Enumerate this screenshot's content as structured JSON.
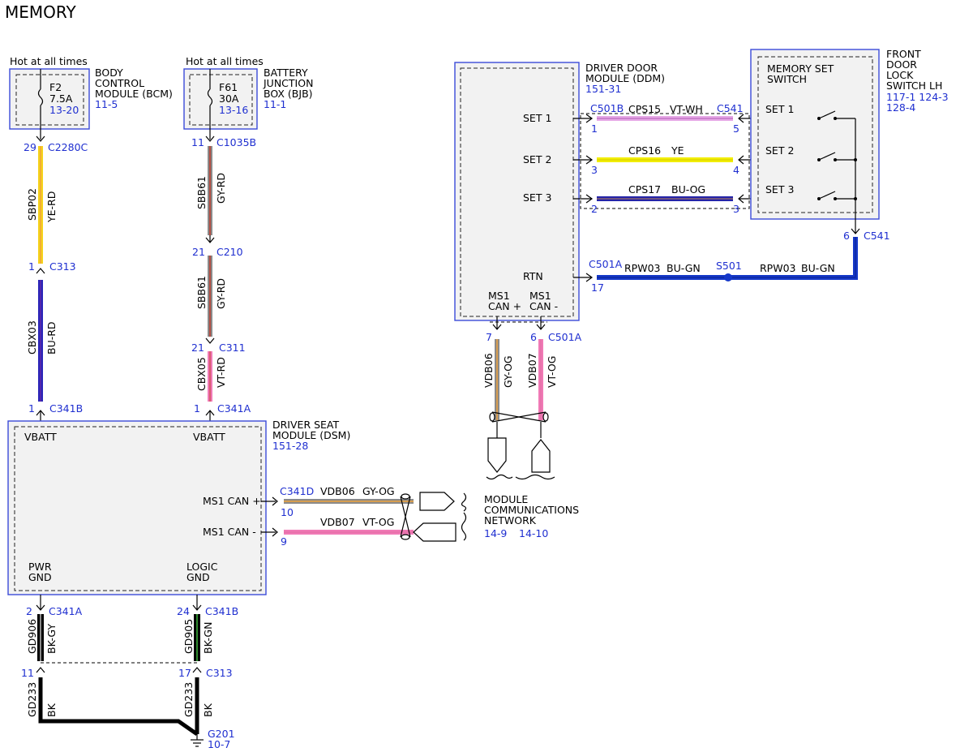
{
  "title": "MEMORY",
  "modules": {
    "bcm": {
      "name_lines": [
        "BODY",
        "CONTROL",
        "MODULE (BCM)"
      ],
      "ref": "11-5",
      "hot": "Hot at all times",
      "fuse": "F2",
      "rating": "7.5A",
      "fuse_ref": "13-20"
    },
    "bjb": {
      "name_lines": [
        "BATTERY",
        "JUNCTION",
        "BOX (BJB)"
      ],
      "ref": "11-1",
      "hot": "Hot at all times",
      "fuse": "F61",
      "rating": "30A",
      "fuse_ref": "13-16"
    },
    "ddm": {
      "name_lines": [
        "DRIVER DOOR",
        "MODULE (DDM)"
      ],
      "ref": "151-31",
      "pins": [
        "SET 1",
        "SET 2",
        "SET 3",
        "RTN"
      ],
      "can_plus": [
        "MS1",
        "CAN +"
      ],
      "can_minus": [
        "MS1",
        "CAN -"
      ]
    },
    "switch": {
      "outer_lines": [
        "FRONT",
        "DOOR",
        "LOCK",
        "SWITCH LH"
      ],
      "refs": [
        "117-1 124-3",
        "128-4"
      ],
      "inner_lines": [
        "MEMORY SET",
        "SWITCH"
      ],
      "pins": [
        "SET 1",
        "SET 2",
        "SET 3"
      ]
    },
    "dsm": {
      "name_lines": [
        "DRIVER SEAT",
        "MODULE (DSM)"
      ],
      "ref": "151-28",
      "vbatt_left": "VBATT",
      "vbatt_right": "VBATT",
      "can_plus": "MS1 CAN +",
      "can_minus": "MS1 CAN -",
      "pwr_gnd": [
        "PWR",
        "GND"
      ],
      "logic_gnd": [
        "LOGIC",
        "GND"
      ]
    }
  },
  "network": {
    "lines": [
      "MODULE",
      "COMMUNICATIONS",
      "NETWORK"
    ],
    "refs": [
      "14-9",
      "14-10"
    ]
  },
  "ground": {
    "name": "G201",
    "ref": "10-7"
  },
  "splice": "S501",
  "connectors": {
    "c2280c": {
      "pin": "29",
      "name": "C2280C"
    },
    "c313_top": {
      "pin": "1",
      "name": "C313"
    },
    "c341b_top": {
      "pin": "1",
      "name": "C341B"
    },
    "c1035b": {
      "pin": "11",
      "name": "C1035B"
    },
    "c210": {
      "pin": "21",
      "name": "C210"
    },
    "c311": {
      "pin": "21",
      "name": "C311"
    },
    "c341a_top": {
      "pin": "1",
      "name": "C341A"
    },
    "c501b": {
      "name": "C501B",
      "pins": [
        "1",
        "3",
        "2"
      ]
    },
    "c541": {
      "name": "C541",
      "pins": [
        "5",
        "4",
        "3"
      ]
    },
    "c541_rtn": {
      "pin": "6",
      "name": "C541"
    },
    "c501a_rtn": {
      "pin": "17",
      "name": "C501A"
    },
    "c501a_can": {
      "pin_plus": "7",
      "pin_minus": "6",
      "name": "C501A"
    },
    "c341d": {
      "name": "C341D",
      "pin_plus": "10",
      "pin_minus": "9"
    },
    "c341a_bot": {
      "pin": "2",
      "name": "C341A"
    },
    "c341b_bot": {
      "pin": "24",
      "name": "C341B"
    },
    "c_gnd_left": {
      "pin": "11"
    },
    "c313_bot": {
      "pin": "17",
      "name": "C313"
    }
  },
  "wires": {
    "sbp02": {
      "circuit": "SBP02",
      "color": "YE-RD"
    },
    "cbx03": {
      "circuit": "CBX03",
      "color": "BU-RD"
    },
    "sbb61_a": {
      "circuit": "SBB61",
      "color": "GY-RD"
    },
    "sbb61_b": {
      "circuit": "SBB61",
      "color": "GY-RD"
    },
    "cbx05": {
      "circuit": "CBX05",
      "color": "VT-RD"
    },
    "cps15": {
      "circuit": "CPS15",
      "color": "VT-WH"
    },
    "cps16": {
      "circuit": "CPS16",
      "color": "YE"
    },
    "cps17": {
      "circuit": "CPS17",
      "color": "BU-OG"
    },
    "rpw03_a": {
      "circuit": "RPW03",
      "color": "BU-GN"
    },
    "rpw03_b": {
      "circuit": "RPW03",
      "color": "BU-GN"
    },
    "vdb06_v": {
      "circuit": "VDB06",
      "color": "GY-OG"
    },
    "vdb07_v": {
      "circuit": "VDB07",
      "color": "VT-OG"
    },
    "vdb06_h": {
      "circuit": "VDB06",
      "color": "GY-OG"
    },
    "vdb07_h": {
      "circuit": "VDB07",
      "color": "VT-OG"
    },
    "gd906": {
      "circuit": "GD906",
      "color": "BK-GY"
    },
    "gd905": {
      "circuit": "GD905",
      "color": "BK-GN"
    },
    "gd233_l": {
      "circuit": "GD233",
      "color": "BK"
    },
    "gd233_r": {
      "circuit": "GD233",
      "color": "BK"
    }
  },
  "colors": {
    "module_border": "#3b4bd9",
    "ref_blue": "#1f2fd0",
    "yellow": "#f5d21a",
    "orange": "#f0a33c",
    "blue": "#2a25b8",
    "gray": "#8a8a8a",
    "red": "#c0392b",
    "violet": "#b35db5",
    "pink": "#f07ab6",
    "white_violet": "#e6a8e6",
    "bright_yellow": "#f2ee00",
    "bu_og": "#2424a8",
    "bu_gn": "#1538c9",
    "black": "#000000",
    "green": "#2e8a2e"
  },
  "icons": [
    "fuse-icon",
    "switch-icon",
    "ground-icon",
    "splice-dot-icon",
    "twisted-pair-icon",
    "network-connector-icon"
  ]
}
